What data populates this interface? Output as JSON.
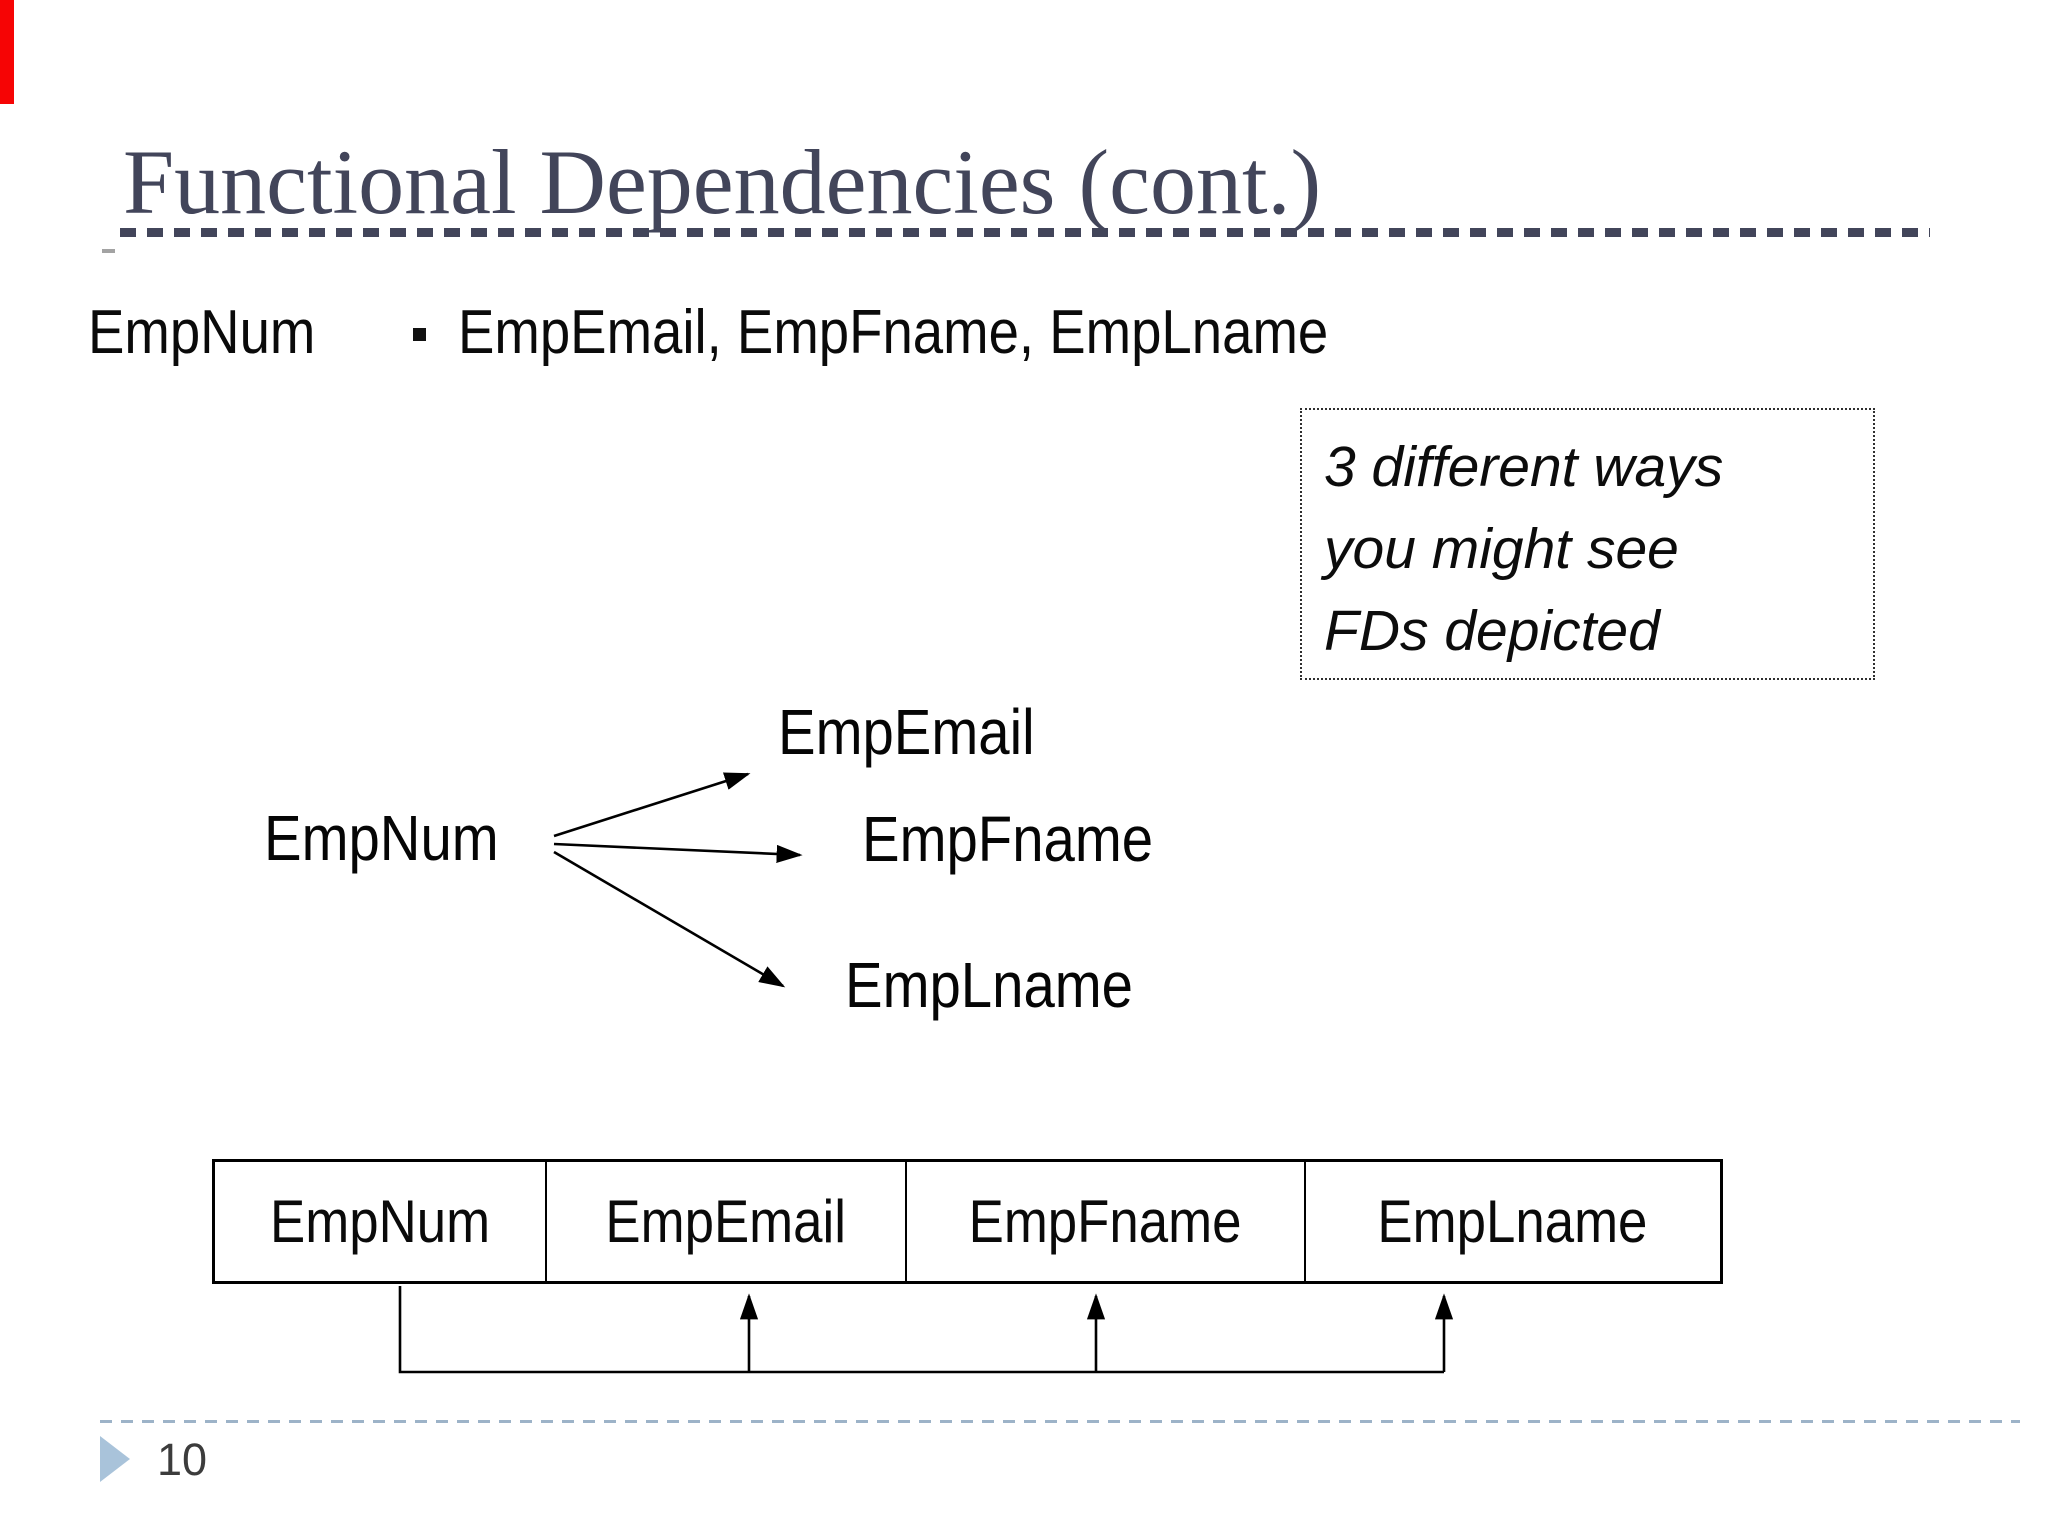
{
  "slide": {
    "title": "Functional Dependencies (cont.)",
    "page_number": "10",
    "colors": {
      "title_text": "#42455a",
      "accent_red_bar": "#f60405",
      "footer_blue": "#a9c3da",
      "body_text": "#0a0a0a"
    }
  },
  "fd_statement": {
    "lhs": "EmpNum",
    "rhs": "EmpEmail, EmpFname, EmpLname"
  },
  "note_box": {
    "lines": [
      "3 different ways",
      "you might see",
      "FDs depicted"
    ]
  },
  "diagram": {
    "source": "EmpNum",
    "targets": [
      "EmpEmail",
      "EmpFname",
      "EmpLname"
    ]
  },
  "table": {
    "columns": [
      "EmpNum",
      "EmpEmail",
      "EmpFname",
      "EmpLname"
    ]
  }
}
